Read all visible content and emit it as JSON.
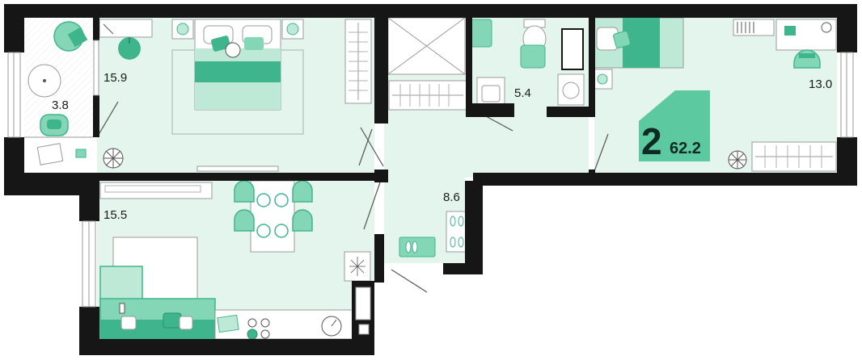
{
  "rooms": {
    "balcony_area": "3.8",
    "bedroom_area": "15.9",
    "living_kitchen_area": "15.5",
    "bathroom_area": "5.4",
    "hall_area": "8.6",
    "second_bedroom_area": "13.0"
  },
  "summary": {
    "room_count": "2",
    "total_area": "62.2"
  },
  "colors": {
    "floor": "#e4f5ee",
    "wall": "#161616",
    "furniture_fill": "#83d6b6",
    "furniture_dark": "#3fb58d",
    "furniture_light": "#bfe9d7",
    "badge": "#5cc9a0",
    "window": "#ffffff"
  }
}
